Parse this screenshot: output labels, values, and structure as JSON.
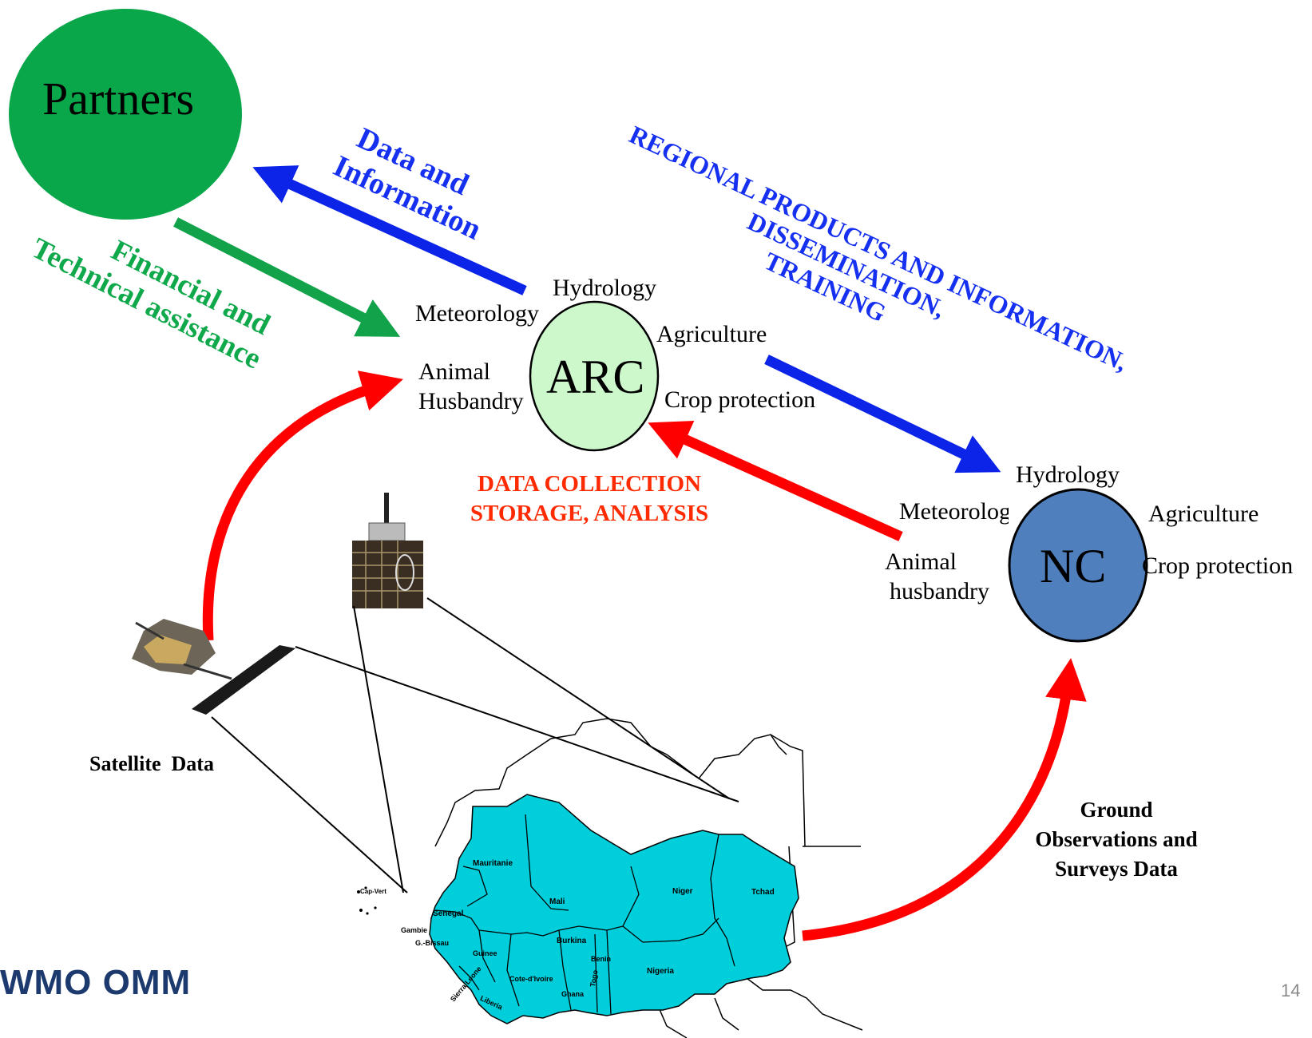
{
  "colors": {
    "blue_text": "#1530f0",
    "green_text": "#0fa84a",
    "red_text": "#ff2a00",
    "partners_fill": "#0aa64a",
    "arc_fill": "#ccf8cc",
    "nc_fill": "#4f7fbd",
    "blue_arrow": "#0b24e8",
    "green_arrow": "#12a34a",
    "red_arrow": "#ff0000",
    "map_fill": "#00cedb"
  },
  "partners": {
    "label": "Partners"
  },
  "flows": {
    "data_information": [
      "Data and",
      "Information"
    ],
    "financial_technical": [
      "Financial and",
      "Technical assistance"
    ],
    "regional_products": [
      "REGIONAL PRODUCTS AND INFORMATION,",
      "DISSEMINATION,",
      "TRAINING"
    ]
  },
  "arc": {
    "label": "ARC",
    "hydrology": "Hydrology",
    "meteorology": "Meteorology",
    "agriculture": "Agriculture",
    "animal": [
      "Animal",
      "Husbandry"
    ],
    "crop": "Crop protection",
    "process": [
      "DATA COLLECTION",
      "STORAGE, ANALYSIS"
    ]
  },
  "nc": {
    "label": "NC",
    "hydrology": "Hydrology",
    "meteorology": "Meteorology",
    "agriculture": "Agriculture",
    "animal": [
      "Animal",
      "husbandry"
    ],
    "crop": "Crop protection"
  },
  "sources": {
    "satellite": "Satellite  Data",
    "ground": [
      "Ground",
      "Observations and",
      "Surveys Data"
    ]
  },
  "map_labels": {
    "mauritanie": "Mauritanie",
    "mali": "Mali",
    "niger": "Niger",
    "tchad": "Tchad",
    "senegal": "Senegal",
    "gambie": "Gambie",
    "gbissau": "G.-Bissau",
    "guinee": "Guinee",
    "sierra": "Sierra Leone",
    "liberia": "Liberia",
    "cotedivoire": "Cote-d'Ivoire",
    "burkina": "Burkina",
    "ghana": "Ghana",
    "togo": "Togo",
    "benin": "Benin",
    "nigeria": "Nigeria",
    "capvert": "Cap-Vert"
  },
  "footer": {
    "logo": "WMO OMM",
    "page": "14"
  }
}
